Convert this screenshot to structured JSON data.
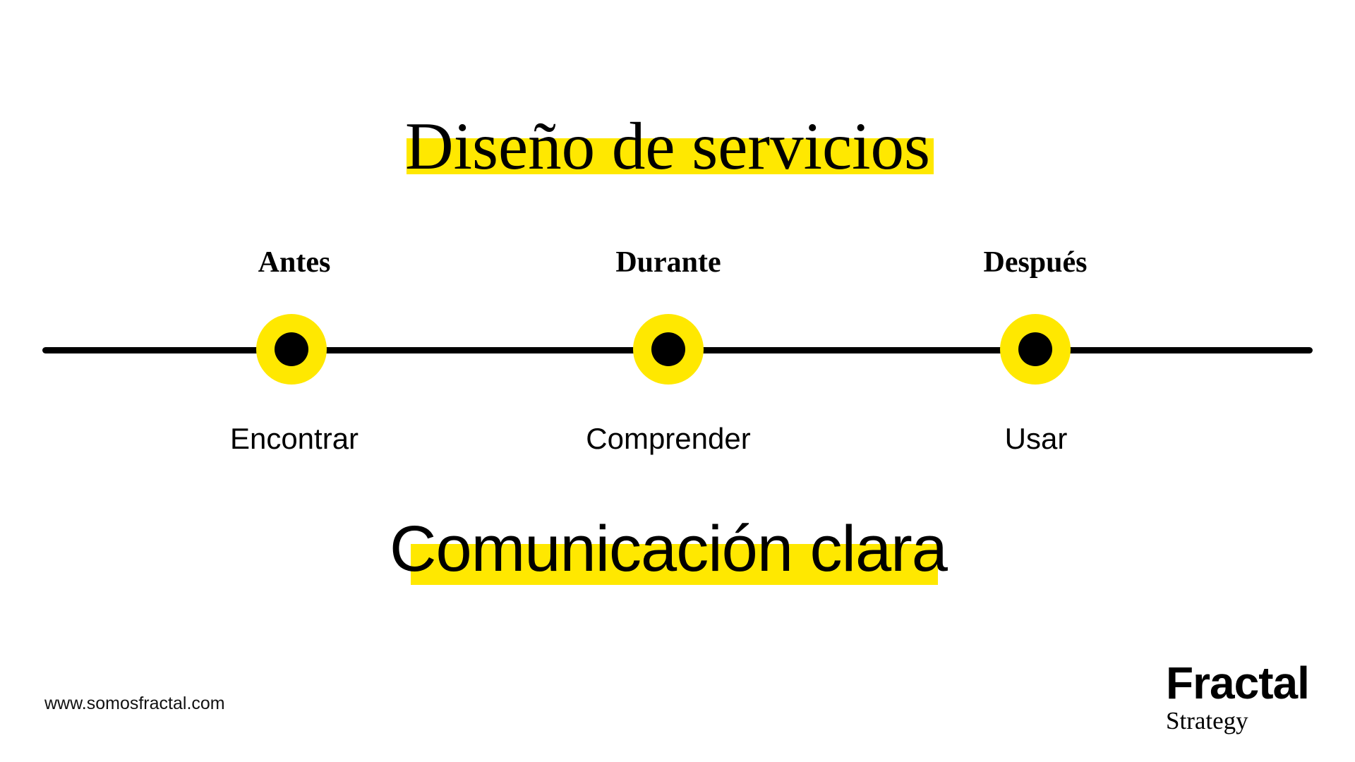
{
  "slide": {
    "title": "Diseño de servicios",
    "subtitle": "Comunicación clara"
  },
  "timeline": {
    "phases": [
      {
        "label": "Antes",
        "action": "Encontrar"
      },
      {
        "label": "Durante",
        "action": "Comprender"
      },
      {
        "label": "Después",
        "action": "Usar"
      }
    ]
  },
  "footer": {
    "website": "www.somosfractal.com",
    "brand_name": "Fractal",
    "brand_tagline": "Strategy"
  },
  "colors": {
    "highlight_yellow": "#FFE800",
    "ink": "#000000",
    "background": "#FFFFFF"
  }
}
